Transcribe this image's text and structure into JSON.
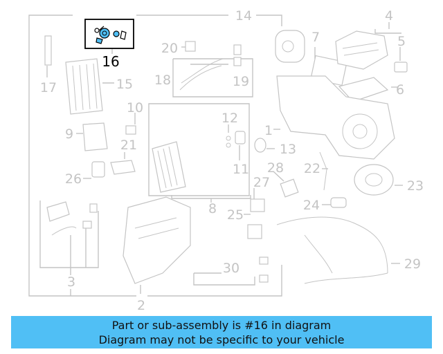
{
  "callouts": {
    "c1": "1",
    "c2": "2",
    "c3": "3",
    "c4": "4",
    "c5": "5",
    "c6": "6",
    "c7": "7",
    "c8": "8",
    "c9": "9",
    "c10": "10",
    "c11": "11",
    "c12": "12",
    "c13": "13",
    "c14": "14",
    "c15": "15",
    "c16": "16",
    "c17": "17",
    "c18": "18",
    "c19": "19",
    "c20": "20",
    "c21": "21",
    "c22": "22",
    "c23": "23",
    "c24": "24",
    "c25": "25",
    "c26": "26",
    "c27": "27",
    "c28": "28",
    "c29": "29",
    "c30": "30"
  },
  "highlight": {
    "part_number": "16",
    "color": "#50bff5"
  },
  "banner": {
    "line1": "Part or sub-assembly is #16 in diagram",
    "line2": "Diagram may not be specific to your vehicle",
    "background": "#50bff5"
  }
}
